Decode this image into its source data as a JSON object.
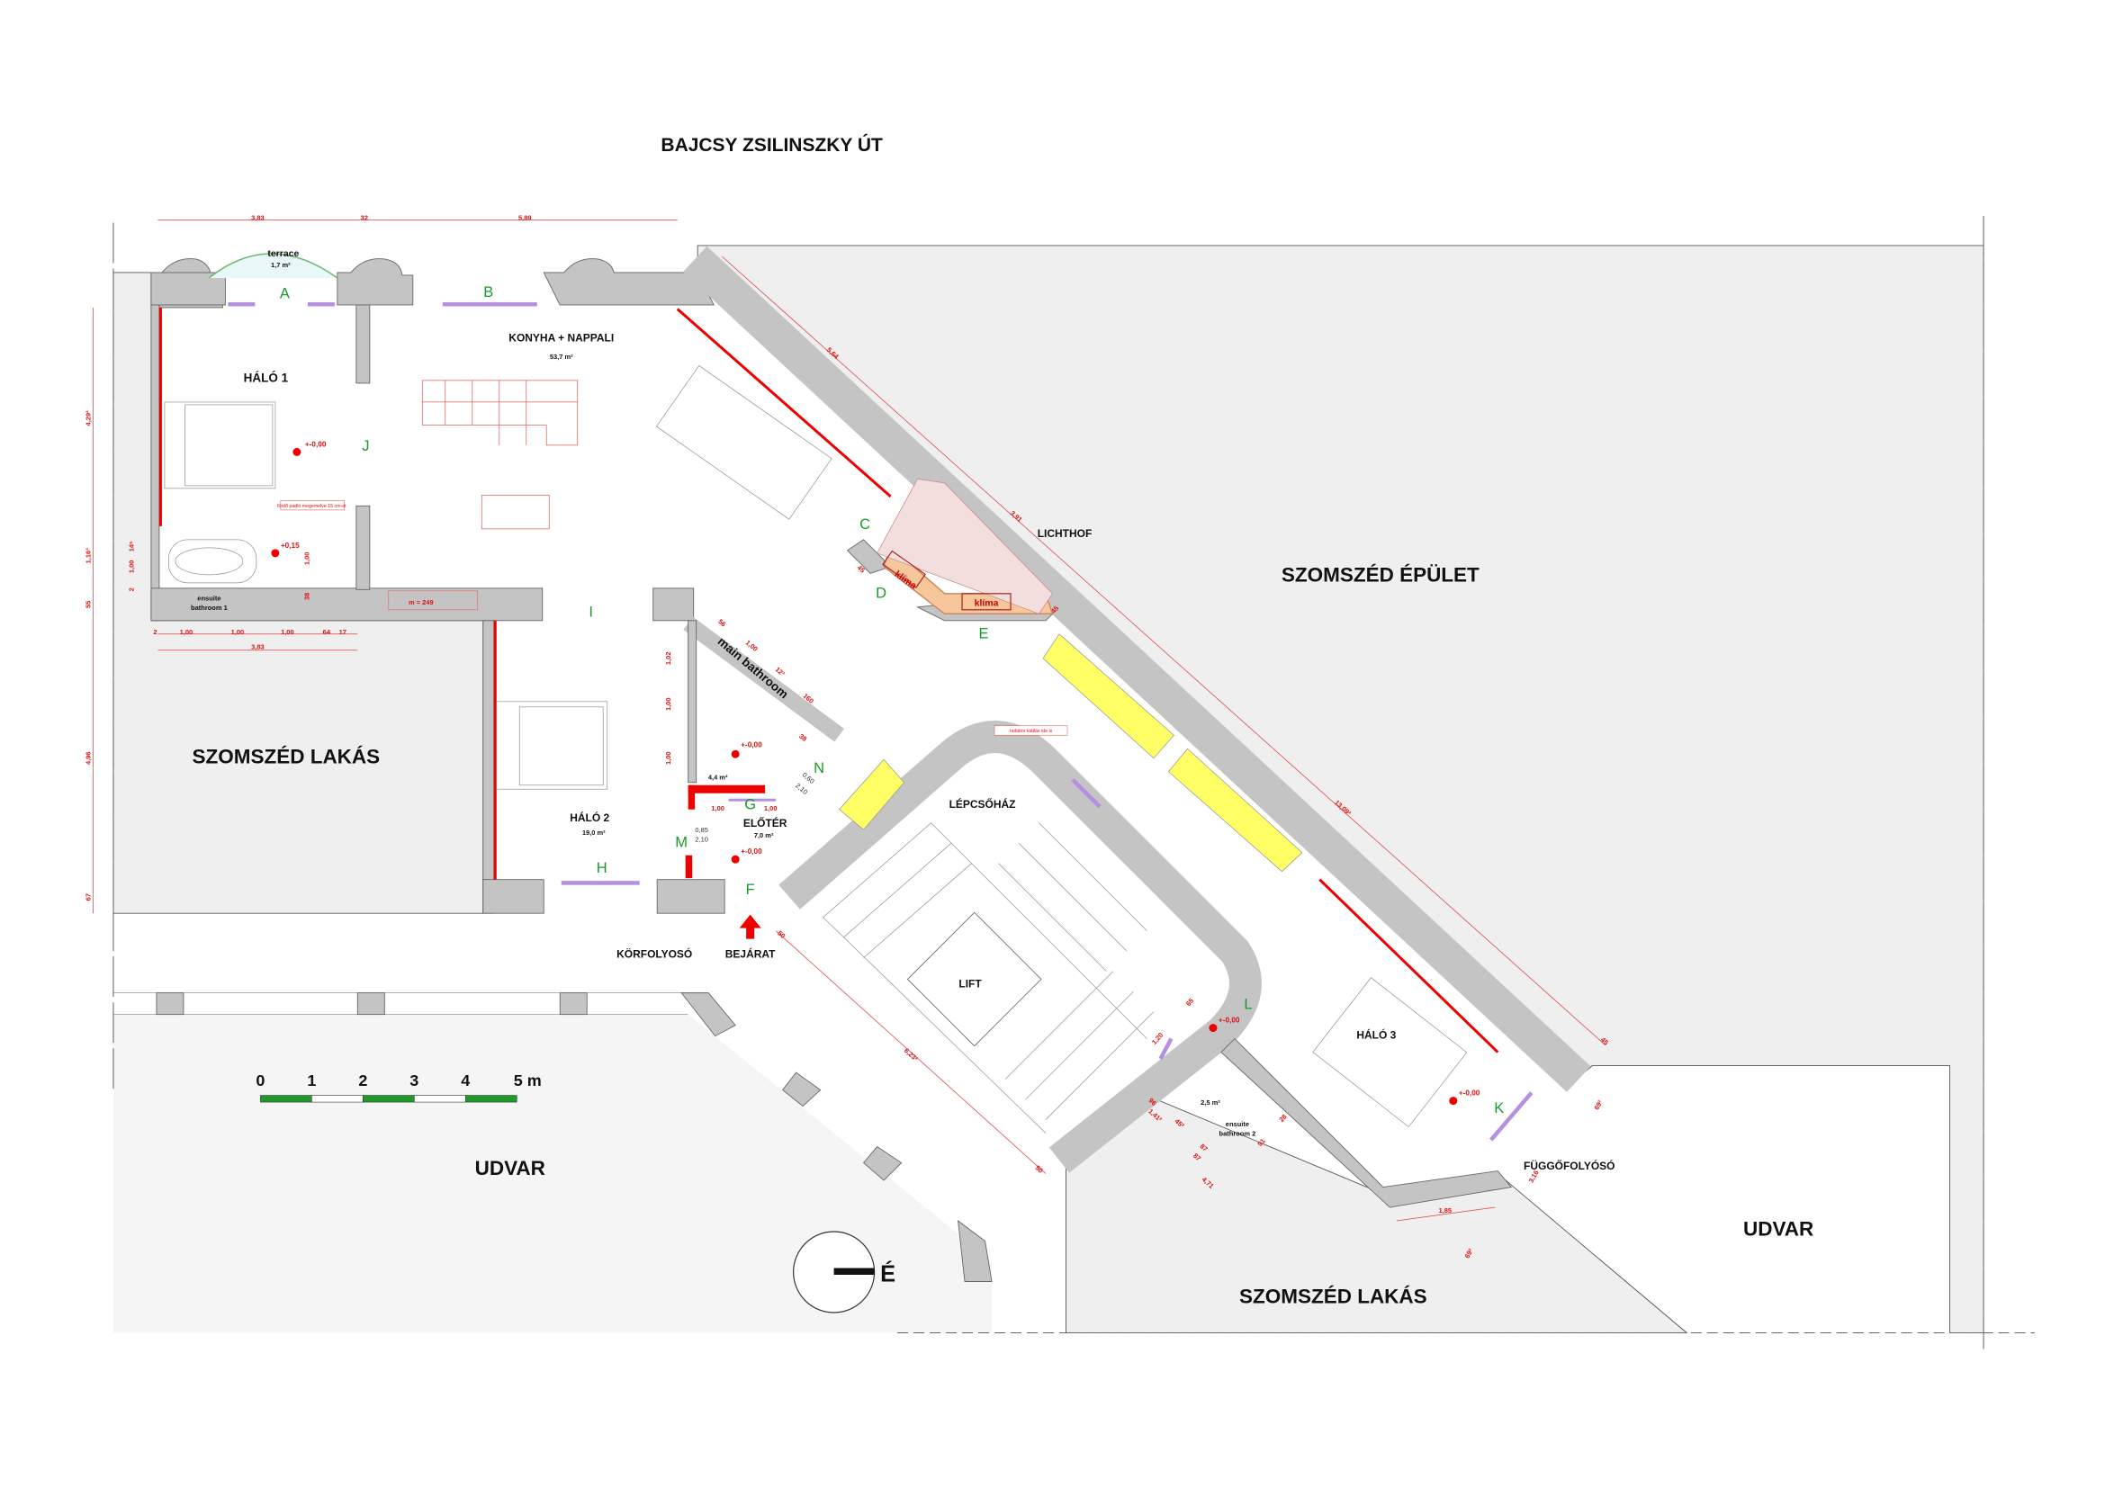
{
  "title": "BAJCSY ZSILINSZKY ÚT",
  "rooms": {
    "terrace": "terrace",
    "terrace_area": "1,7 m²",
    "halo1": "HÁLÓ 1",
    "konyha": "KONYHA + NAPPALI",
    "konyha_area": "53,7 m²",
    "lichthof": "LICHTHOF",
    "szomszed_epulet": "SZOMSZÉD ÉPÜLET",
    "szomszed_lakas_left": "SZOMSZÉD LAKÁS",
    "ensuite1": "ensuite",
    "ensuite1b": "bathroom 1",
    "main_bathroom": "main bathroom",
    "main_bathroom_area": "4,4 m²",
    "halo2": "HÁLÓ 2",
    "halo2_area": "19,0 m²",
    "eloter": "ELŐTÉR",
    "eloter_area": "7,0 m²",
    "lepcsohaz": "LÉPCSŐHÁZ",
    "lift": "LIFT",
    "korfolyoso": "KÖRFOLYOSÓ",
    "bejarat": "BEJÁRAT",
    "halo3": "HÁLÓ 3",
    "ensuite2_area": "2,5 m²",
    "ensuite2": "ensuite",
    "ensuite2b": "bathroom 2",
    "fuggofolyoso": "FÜGGŐFOLYÓSÓ",
    "udvar_left": "UDVAR",
    "udvar_right": "UDVAR",
    "szomszed_lakas_bottom": "SZOMSZÉD LAKÁS",
    "klima1": "klíma",
    "klima2": "klíma"
  },
  "windows": [
    "A",
    "B",
    "C",
    "D",
    "E",
    "F",
    "G",
    "H",
    "I",
    "J",
    "K",
    "L",
    "M",
    "N"
  ],
  "levels": [
    "+-0,00",
    "+0,15",
    "+-0,00",
    "+-0,00",
    "+-0,00",
    "+-0,00"
  ],
  "notes": {
    "bath_note": "fürdő padló megemelve 15 cm-et",
    "radiator_note": "radiátor kiállás ide is",
    "m249": "m = 249",
    "door_n_w": "0,60",
    "door_n_h": "2,10",
    "door_m_w": "0,85",
    "door_m_h": "2,10"
  },
  "dimensions": {
    "top": [
      "3,83",
      "32",
      "5,89"
    ],
    "left": [
      "4,29²",
      "1,16³",
      "55",
      "4,96",
      "67"
    ],
    "bath1": [
      "14⁵",
      "1,00",
      "2",
      "1,00",
      "38"
    ],
    "bottom": [
      "2",
      "1,00",
      "1,00",
      "1,00",
      "64",
      "17",
      "3,83"
    ],
    "diag": [
      "5,64",
      "3,91",
      "45",
      "45",
      "13,09²",
      "45",
      "6,23²",
      "50",
      "50"
    ],
    "main_bath": [
      "56",
      "1,00",
      "12³",
      "160",
      "38",
      "1,02",
      "1,00",
      "1,00",
      "1,00",
      "1,00"
    ],
    "bath2": [
      "65",
      "1,20",
      "96",
      "1,41²",
      "45²",
      "87",
      "87",
      "4,71",
      "28",
      "91",
      "1,85",
      "3,16",
      "69²",
      "69²"
    ]
  },
  "scale": {
    "ticks": [
      "0",
      "1",
      "2",
      "3",
      "4",
      "5 m"
    ],
    "color": "#1f9a2a"
  },
  "north": "É"
}
